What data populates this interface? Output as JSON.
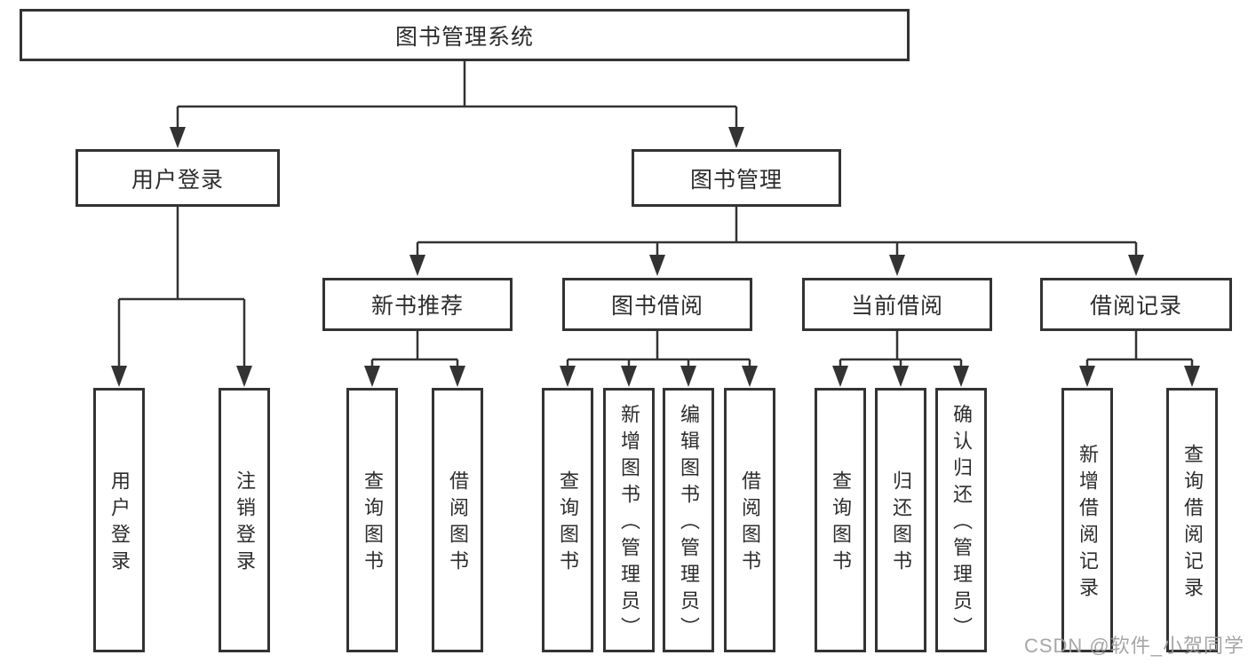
{
  "diagram": {
    "title": "图书管理系统",
    "level2": [
      {
        "label": "用户登录"
      },
      {
        "label": "图书管理"
      }
    ],
    "level3": [
      {
        "label": "新书推荐"
      },
      {
        "label": "图书借阅"
      },
      {
        "label": "当前借阅"
      },
      {
        "label": "借阅记录"
      }
    ],
    "leaves": {
      "user_login": [
        {
          "label": "用户登录"
        },
        {
          "label": "注销登录"
        }
      ],
      "new_book_rec": [
        {
          "label": "查询图书"
        },
        {
          "label": "借阅图书"
        }
      ],
      "book_borrow": [
        {
          "label": "查询图书"
        },
        {
          "label": "新增图书（管理员）"
        },
        {
          "label": "编辑图书（管理员）"
        },
        {
          "label": "借阅图书"
        }
      ],
      "current_borrow": [
        {
          "label": "查询图书"
        },
        {
          "label": "归还图书"
        },
        {
          "label": "确认归还（管理员）"
        }
      ],
      "borrow_record": [
        {
          "label": "新增借阅记录"
        },
        {
          "label": "查询借阅记录"
        }
      ]
    },
    "watermark": "CSDN @软件_小贺同学",
    "colors": {
      "line": "#333333",
      "box_border": "#333333",
      "box_fill": "#ffffff",
      "text": "#2d2d2d",
      "watermark": "#9e9e9e"
    }
  }
}
